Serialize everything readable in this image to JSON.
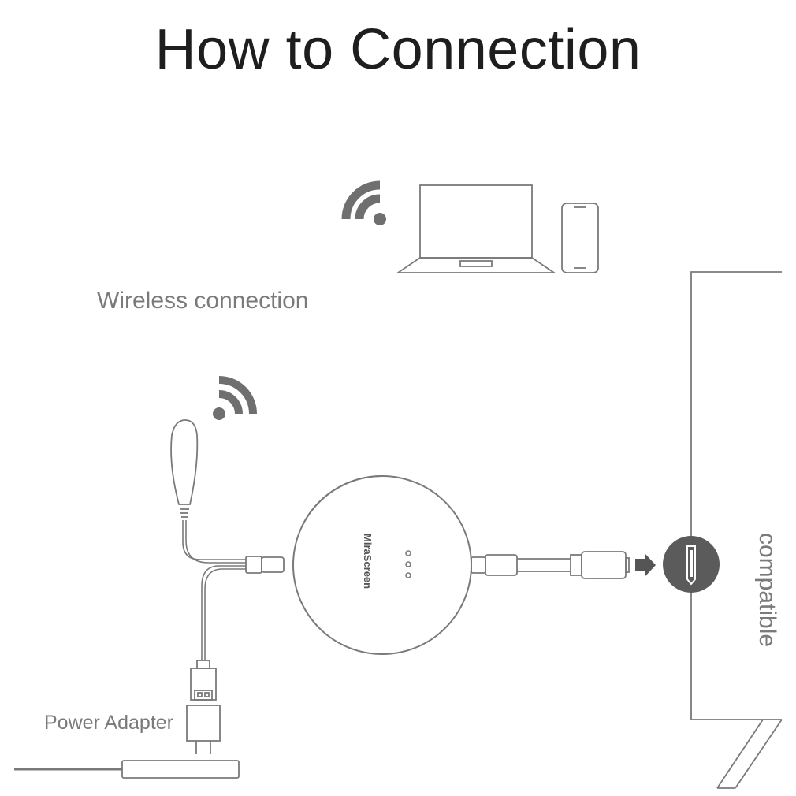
{
  "title": "How to Connection",
  "labels": {
    "wireless": "Wireless connection",
    "power": "Power Adapter",
    "compatible": "compatible",
    "brand": "MiraScreen"
  },
  "colors": {
    "line": "#7a7a7a",
    "icon": "#6f6f6f",
    "port_circle": "#5b5b5b",
    "title": "#1e1e1e"
  }
}
